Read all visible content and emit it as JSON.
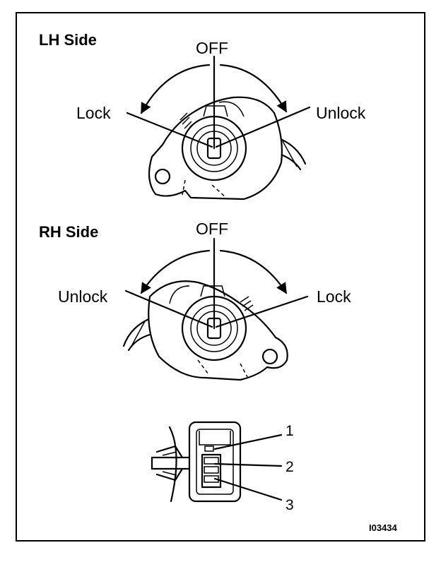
{
  "lh_side": {
    "title": "LH Side",
    "off_label": "OFF",
    "left_label": "Lock",
    "right_label": "Unlock"
  },
  "rh_side": {
    "title": "RH Side",
    "off_label": "OFF",
    "left_label": "Unlock",
    "right_label": "Lock"
  },
  "connector": {
    "terminals": [
      "1",
      "2",
      "3"
    ]
  },
  "figure_code": "I03434"
}
